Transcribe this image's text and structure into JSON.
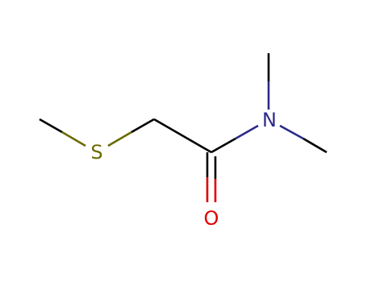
{
  "molecule": {
    "atoms": {
      "sulfur": {
        "symbol": "S",
        "color": "#6b6b00"
      },
      "nitrogen": {
        "symbol": "N",
        "color": "#2d2a8a"
      },
      "oxygen": {
        "symbol": "O",
        "color": "#e00000"
      }
    },
    "colors": {
      "carbon_bond": "#000000",
      "sulfur_bond": "#6b6b00",
      "nitrogen_bond": "#2d2a8a",
      "oxygen_bond": "#e00000",
      "background": "#ffffff"
    }
  }
}
